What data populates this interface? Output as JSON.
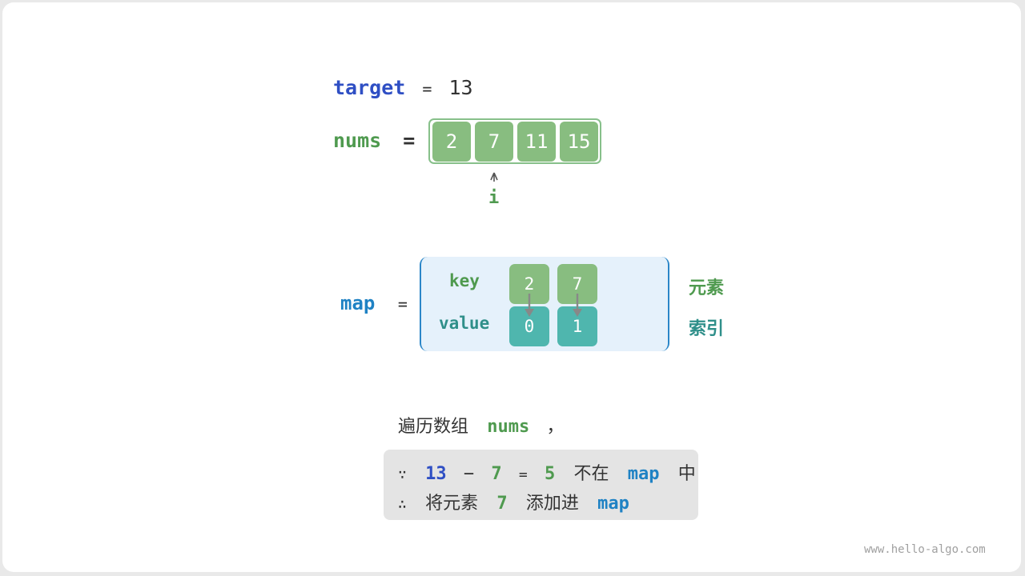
{
  "target": {
    "name": "target",
    "eq": "=",
    "value": "13"
  },
  "nums": {
    "name": "nums",
    "eq": "=",
    "values": [
      "2",
      "7",
      "11",
      "15"
    ]
  },
  "pointer": {
    "label": "i"
  },
  "map": {
    "name": "map",
    "eq": "=",
    "key_label": "key",
    "value_label": "value",
    "keys": [
      "2",
      "7"
    ],
    "values": [
      "0",
      "1"
    ],
    "side_key": "元素",
    "side_value": "索引"
  },
  "caption": {
    "prefix": "遍历数组",
    "nums": "nums",
    "suffix": "，"
  },
  "step": {
    "because_symbol": "∵",
    "lhs": "13",
    "minus": "−",
    "num": "7",
    "eq": "=",
    "result": "5",
    "not_in": "不在",
    "map": "map",
    "in": "中",
    "therefore_symbol": "∴",
    "add_prefix": "将元素",
    "add_num": "7",
    "add_mid": "添加进",
    "add_map": "map"
  },
  "watermark": "www.hello-algo.com",
  "colors": {
    "target": "#2f4fc4",
    "nums": "#4f9a4f",
    "map": "#1f82c4",
    "cell_green": "#88bd80",
    "cell_teal": "#4fb6ae",
    "map_bg": "#e5f1fb"
  }
}
